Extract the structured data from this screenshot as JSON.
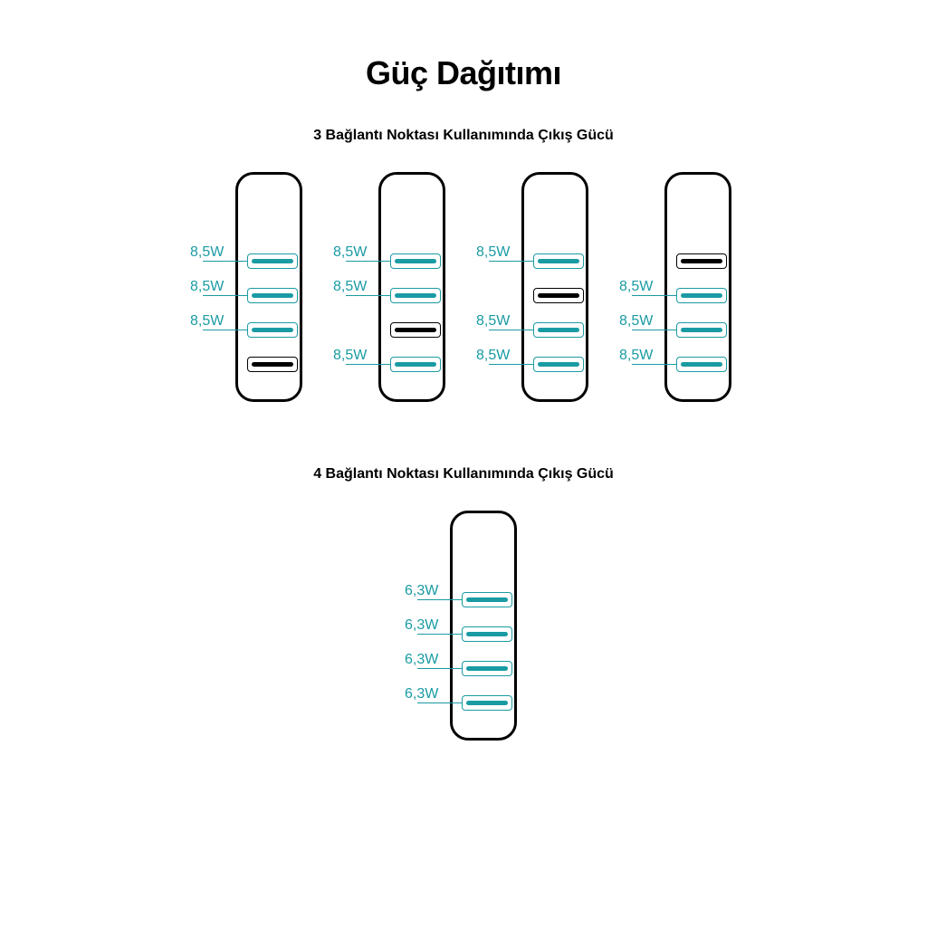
{
  "title": "Güç Dağıtımı",
  "accent_color": "#1a9ba3",
  "inactive_color": "#000000",
  "sections": [
    {
      "title": "3 Bağlantı Noktası Kullanımında Çıkış Gücü",
      "devices": [
        {
          "ports": [
            {
              "active": true,
              "label": "8,5W"
            },
            {
              "active": true,
              "label": "8,5W"
            },
            {
              "active": true,
              "label": "8,5W"
            },
            {
              "active": false,
              "label": ""
            }
          ]
        },
        {
          "ports": [
            {
              "active": true,
              "label": "8,5W"
            },
            {
              "active": true,
              "label": "8,5W"
            },
            {
              "active": false,
              "label": ""
            },
            {
              "active": true,
              "label": "8,5W"
            }
          ]
        },
        {
          "ports": [
            {
              "active": true,
              "label": "8,5W"
            },
            {
              "active": false,
              "label": ""
            },
            {
              "active": true,
              "label": "8,5W"
            },
            {
              "active": true,
              "label": "8,5W"
            }
          ]
        },
        {
          "ports": [
            {
              "active": false,
              "label": ""
            },
            {
              "active": true,
              "label": "8,5W"
            },
            {
              "active": true,
              "label": "8,5W"
            },
            {
              "active": true,
              "label": "8,5W"
            }
          ]
        }
      ]
    },
    {
      "title": "4 Bağlantı Noktası Kullanımında Çıkış Gücü",
      "devices": [
        {
          "ports": [
            {
              "active": true,
              "label": "6,3W"
            },
            {
              "active": true,
              "label": "6,3W"
            },
            {
              "active": true,
              "label": "6,3W"
            },
            {
              "active": true,
              "label": "6,3W"
            }
          ]
        }
      ]
    }
  ]
}
